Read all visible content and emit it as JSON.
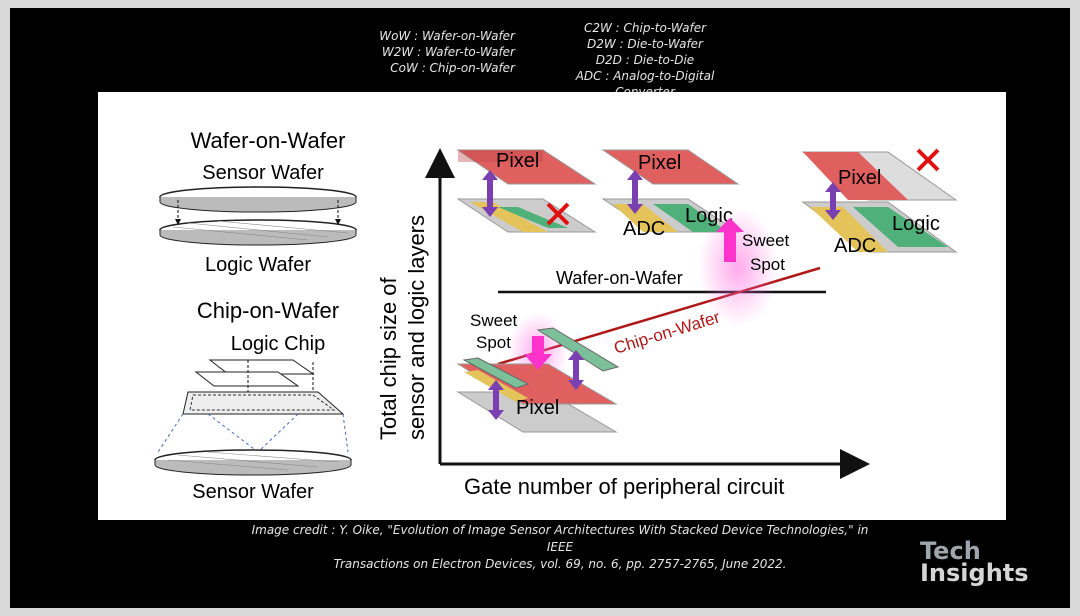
{
  "abbreviations": {
    "left": [
      "WoW : Wafer-on-Wafer",
      "W2W : Wafer-to-Wafer",
      "CoW : Chip-on-Wafer"
    ],
    "right": [
      "C2W : Chip-to-Wafer",
      "D2W : Die-to-Wafer",
      "D2D : Die-to-Die",
      "ADC : Analog-to-Digital Converter"
    ]
  },
  "figure": {
    "wow_title": "Wafer-on-Wafer",
    "sensor_wafer_top": "Sensor Wafer",
    "logic_wafer": "Logic Wafer",
    "cow_title": "Chip-on-Wafer",
    "logic_chip": "Logic Chip",
    "sensor_wafer_bottom": "Sensor Wafer",
    "y_axis": [
      "Total chip size of",
      "sensor and logic layers"
    ],
    "x_axis": "Gate number of peripheral circuit",
    "line_wow": "Wafer-on-Wafer",
    "line_cow": "Chip-on-Wafer",
    "pixel": "Pixel",
    "adc": "ADC",
    "logic": "Logic",
    "sweet": "Sweet",
    "spot": "Spot"
  },
  "credit": [
    "Image credit : Y. Oike, \"Evolution of Image Sensor Architectures With Stacked Device Technologies,\" in IEEE",
    "Transactions on Electron Devices, vol. 69, no. 6, pp. 2757-2765, June 2022."
  ],
  "logo": {
    "line1": "Tech",
    "line2": "Insights"
  },
  "colors": {
    "pixel_red": "#e06060",
    "logic_green": "#4fb07a",
    "adc_yellow": "#e3c35a",
    "arrow_purple": "#7a3fb0",
    "sweet_magenta": "#ff33cc",
    "cow_line": "#b01818"
  }
}
